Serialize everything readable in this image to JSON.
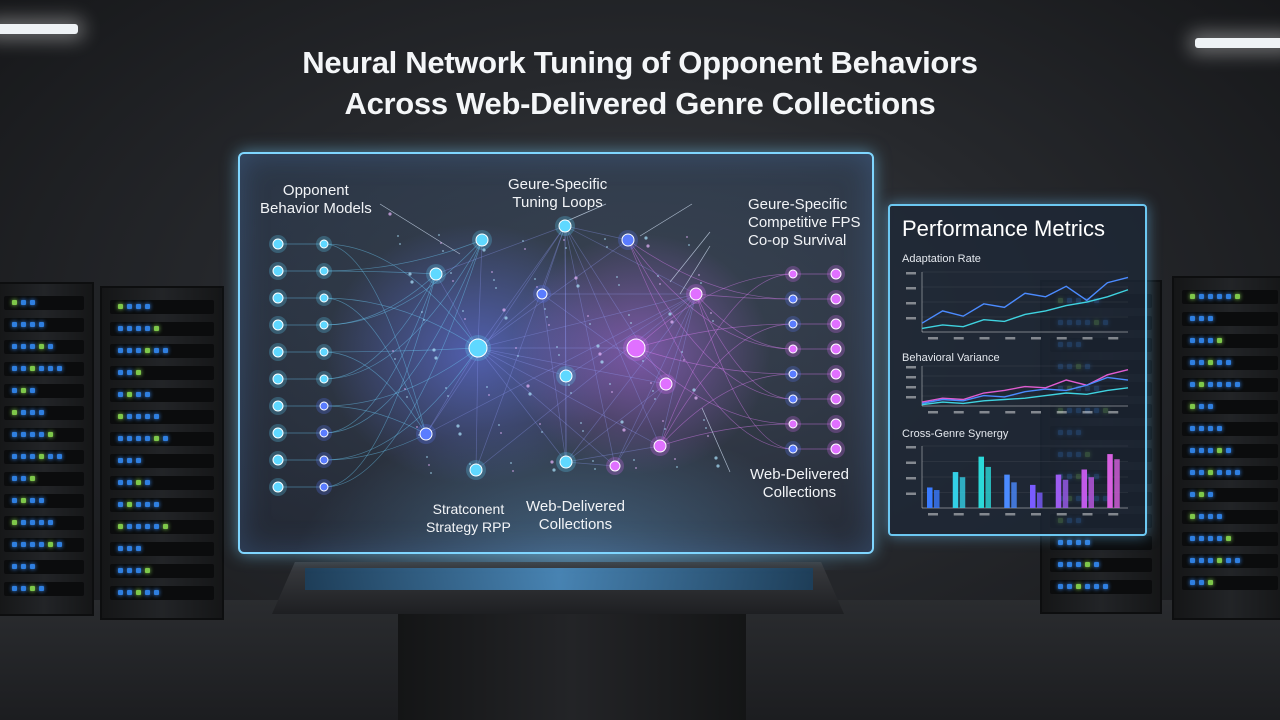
{
  "title": {
    "line1": "Neural Network Tuning of Opponent Behaviors",
    "line2": "Across Web-Delivered Genre Collections"
  },
  "network_panel": {
    "labels": {
      "opponent_models": [
        "Opponent",
        "Behavior Models"
      ],
      "tuning_loops": [
        "Geure-Specific",
        "Tuning Loops"
      ],
      "genre_specific": [
        "Geure-Specific",
        "Competitive FPS",
        "Co-op Survival"
      ],
      "strategy": [
        "Stratconent",
        "Strategy RPP"
      ],
      "web_collections_bottom": [
        "Web-Delivered",
        "Collections"
      ],
      "web_collections_right": [
        "Web-Delivered",
        "Collections"
      ]
    }
  },
  "metrics_panel": {
    "title": "Performance Metrics",
    "charts": [
      {
        "label": "Adaptation Rate",
        "type": "line",
        "series": [
          {
            "color": "#4b8bff",
            "values": [
              5,
              12,
              9,
              16,
              14,
              22,
              20,
              26,
              18,
              28,
              31
            ]
          },
          {
            "color": "#3fd3e0",
            "values": [
              2,
              4,
              3,
              7,
              6,
              10,
              12,
              15,
              17,
              20,
              24
            ]
          }
        ]
      },
      {
        "label": "Behavioral Variance",
        "type": "line",
        "series": [
          {
            "color": "#e05cd0",
            "values": [
              3,
              6,
              5,
              10,
              12,
              15,
              14,
              20,
              16,
              24,
              28
            ]
          },
          {
            "color": "#4b8bff",
            "values": [
              2,
              5,
              4,
              8,
              7,
              11,
              13,
              12,
              16,
              22,
              20
            ]
          },
          {
            "color": "#3fd3e0",
            "values": [
              1,
              3,
              2,
              4,
              5,
              6,
              8,
              10,
              9,
              12,
              14
            ]
          }
        ]
      },
      {
        "label": "Cross-Genre Synergy",
        "type": "bar",
        "groups": [
          {
            "values": [
              8,
              7
            ]
          },
          {
            "values": [
              14,
              12
            ]
          },
          {
            "values": [
              20,
              16
            ]
          },
          {
            "values": [
              13,
              10
            ]
          },
          {
            "values": [
              9,
              6
            ]
          },
          {
            "values": [
              13,
              11
            ]
          },
          {
            "values": [
              15,
              12
            ]
          },
          {
            "values": [
              21,
              19
            ]
          }
        ],
        "colors": [
          "#3a7bff",
          "#33d0e6",
          "#2bd9d9",
          "#4b8bff",
          "#7a5cff",
          "#9c5cf0",
          "#c05ae8",
          "#d860e0"
        ]
      }
    ]
  },
  "colors": {
    "accent": "#7fd6ff",
    "cyan_node": "#5fd8ff",
    "blue_node": "#5a7cff",
    "pink_node": "#e070ff"
  }
}
